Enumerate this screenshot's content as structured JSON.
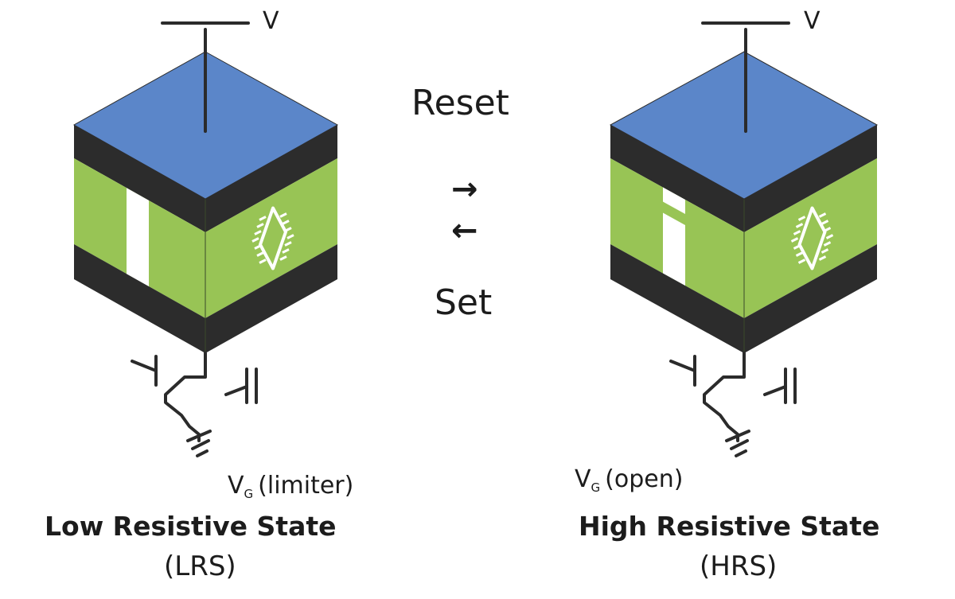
{
  "colors": {
    "top": "#5b86c9",
    "electrode": "#2c2c2c",
    "oxide": "#98c455",
    "filament": "#ffffff",
    "wire": "#2b2b2b"
  },
  "voltage_symbol": "V",
  "operations": {
    "reset": "Reset",
    "set": "Set",
    "arrow_right": "→",
    "arrow_left": "←"
  },
  "lrs": {
    "gate_prefix": "V",
    "gate_sub": "G",
    "gate_state": "(limiter)",
    "title": "Low Resistive State",
    "abbr": "(LRS)",
    "filament": "continuous"
  },
  "hrs": {
    "gate_prefix": "V",
    "gate_sub": "G",
    "gate_state": "(open)",
    "title": "High Resistive State",
    "abbr": "(HRS)",
    "filament": "ruptured"
  }
}
